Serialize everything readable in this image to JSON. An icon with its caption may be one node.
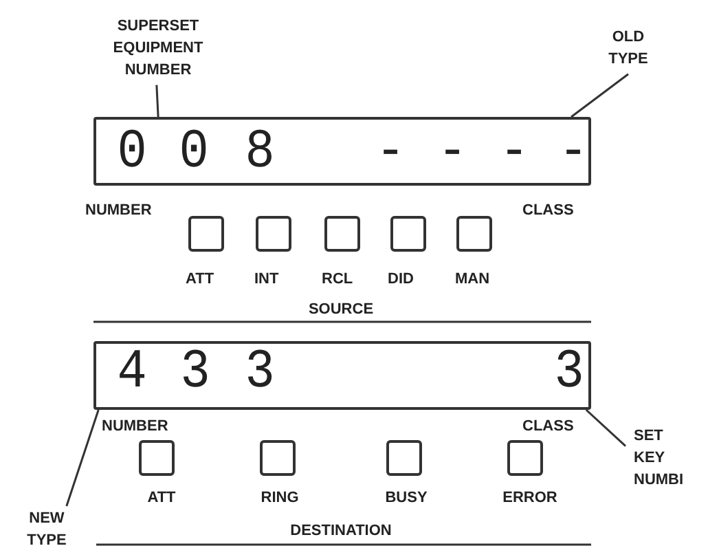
{
  "diagram": {
    "nodes": [
      {
        "text": [
          "SUPERSET EQUIPMENT NUMBER"
        ]
      },
      {
        "text": [
          "OLD TYPE"
        ]
      },
      {
        "text": [
          "0",
          "0",
          "8",
          "-",
          "-",
          "-",
          "-"
        ]
      },
      {
        "text": [
          "4",
          "3",
          "3",
          "3"
        ]
      },
      {
        "text": [
          "NEW TYPE"
        ]
      },
      {
        "text": [
          "SET KEY NUMBI"
        ]
      }
    ],
    "edges": [
      {
        "from": 0,
        "to": 2,
        "arrow": "none"
      },
      {
        "from": 1,
        "to": 2,
        "arrow": "none"
      },
      {
        "from": 4,
        "to": 3,
        "arrow": "none"
      },
      {
        "from": 5,
        "to": 3,
        "arrow": "none"
      }
    ],
    "labels": [
      "NUMBER",
      "CLASS",
      "ATT",
      "INT",
      "RCL",
      "DID",
      "MAN",
      "SOURCE",
      "NUMBER",
      "CLASS",
      "ATT",
      "RING",
      "BUSY",
      "ERROR",
      "DESTINATION"
    ]
  }
}
